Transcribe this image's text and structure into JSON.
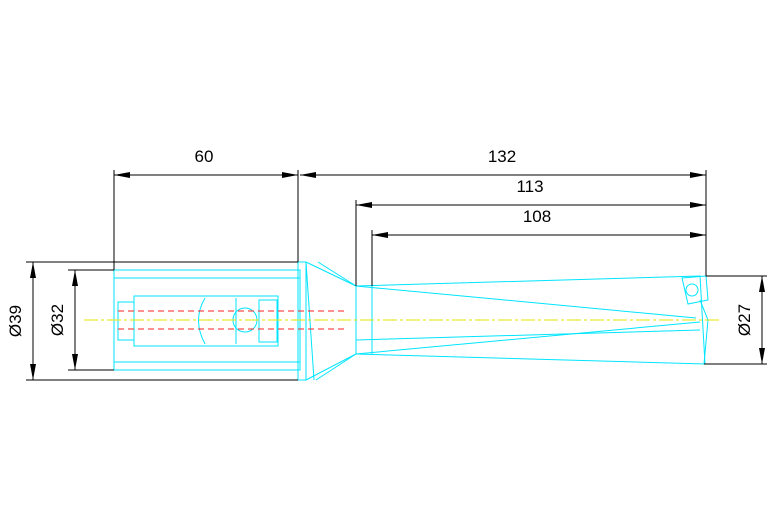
{
  "dimensions": {
    "length_60": "60",
    "length_132": "132",
    "length_113": "113",
    "length_108": "108",
    "dia_39": "Ø39",
    "dia_32": "Ø32",
    "dia_27": "Ø27"
  },
  "colors": {
    "outline": "#00e5ff",
    "dimension": "#000000",
    "centerline": "#e6e600",
    "hidden_line": "#ff2020",
    "background": "#ffffff"
  }
}
